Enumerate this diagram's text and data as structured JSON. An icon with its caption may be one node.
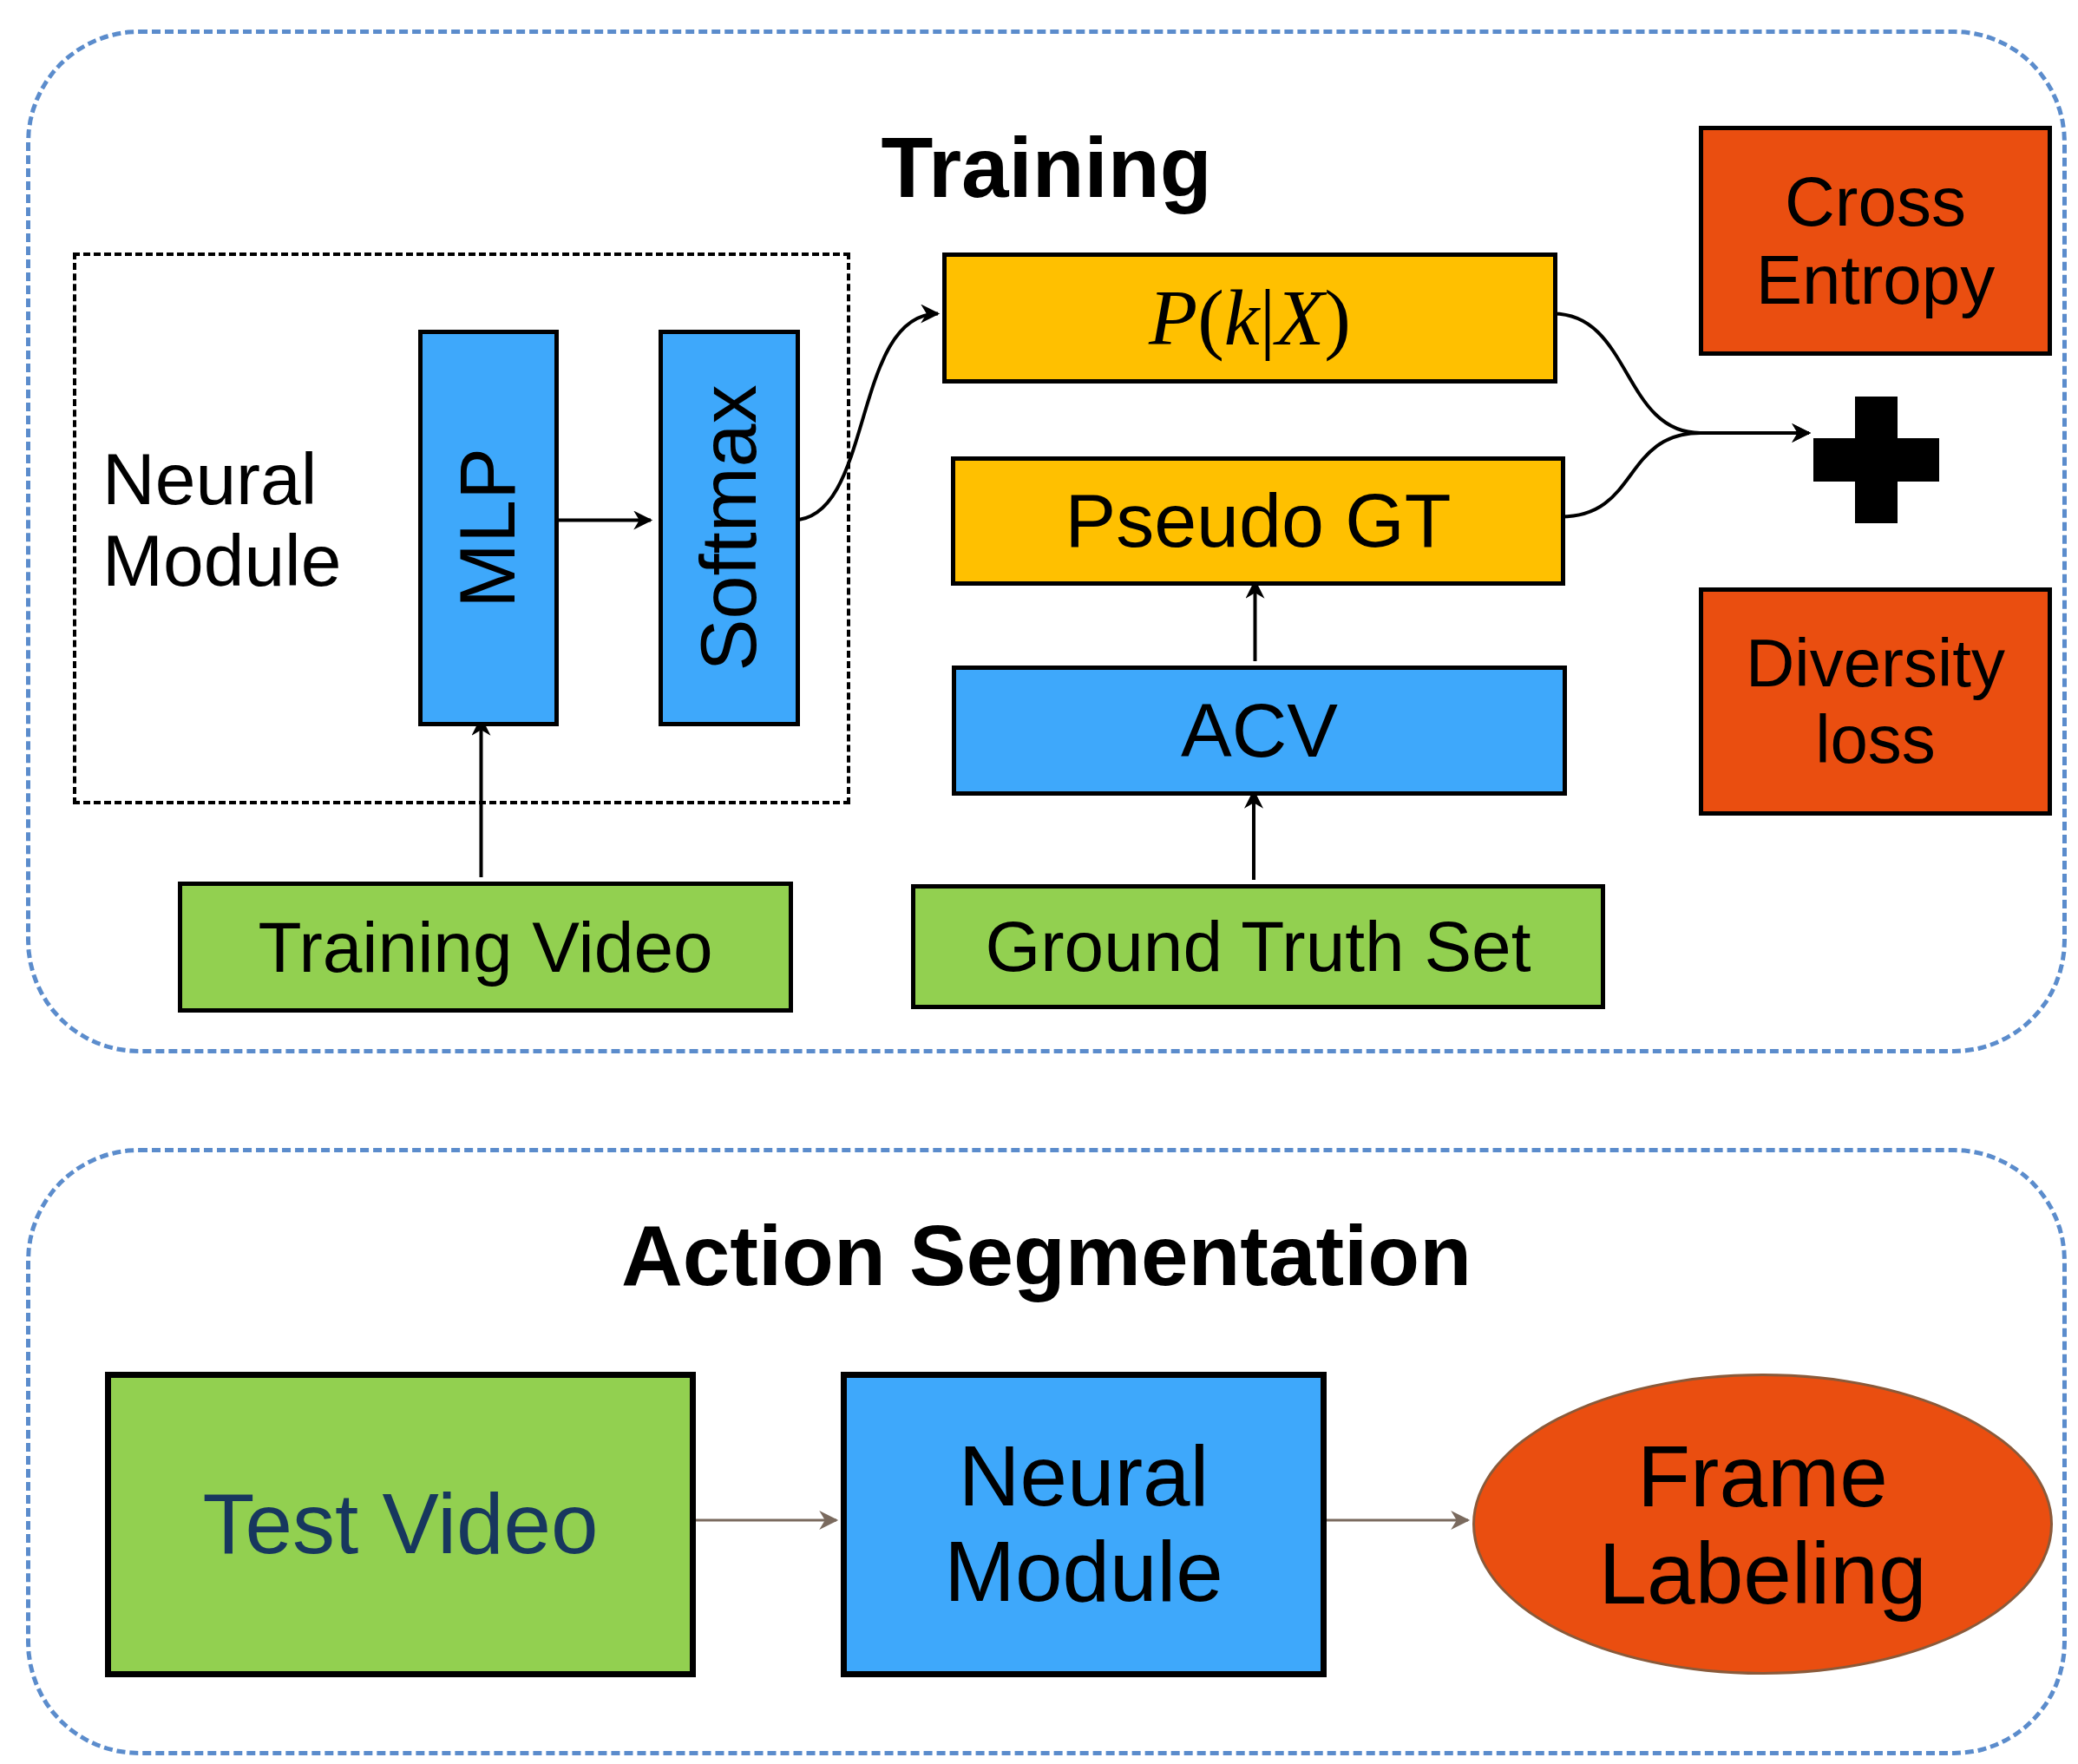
{
  "diagram": {
    "nodes": [
      {
        "text": [
          "Training"
        ]
      },
      {
        "text": [
          "Neural Module"
        ],
        "in": 0
      },
      {
        "text": [
          "MLP"
        ],
        "in": 1
      },
      {
        "text": [
          "Softmax"
        ],
        "in": 1
      },
      {
        "text": [
          "*P*(*k*|*X*)"
        ],
        "in": 0
      },
      {
        "text": [
          "Cross Entropy"
        ],
        "in": 0
      },
      {
        "text": [],
        "shape": "plus",
        "in": 0
      },
      {
        "text": [
          "Pseudo GT"
        ],
        "in": 0
      },
      {
        "text": [
          "ACV"
        ],
        "in": 0
      },
      {
        "text": [
          "Diversity loss"
        ],
        "in": 0
      },
      {
        "text": [
          "Training Video"
        ],
        "in": 0
      },
      {
        "text": [
          "Ground Truth Set"
        ],
        "in": 0
      },
      {
        "text": [
          "Action Segmentation"
        ]
      },
      {
        "text": [
          "Test Video"
        ],
        "in": 12
      },
      {
        "text": [
          "Neural Module"
        ],
        "in": 12
      },
      {
        "text": [
          "Frame Labeling"
        ],
        "in": 12
      }
    ],
    "edges": [
      {
        "from": 10,
        "to": 2,
        "arrow": "to"
      },
      {
        "from": 2,
        "to": 3,
        "arrow": "to"
      },
      {
        "from": 3,
        "to": 4,
        "arrow": "to"
      },
      {
        "from": 4,
        "to": 6,
        "arrow": "to"
      },
      {
        "from": 7,
        "to": 6,
        "arrow": "to"
      },
      {
        "from": 8,
        "to": 7,
        "arrow": "to"
      },
      {
        "from": 11,
        "to": 8,
        "arrow": "to"
      },
      {
        "from": 13,
        "to": 14,
        "arrow": "to",
        "color": "#7a6a5e"
      },
      {
        "from": 14,
        "to": 15,
        "arrow": "to",
        "color": "#7a6a5e"
      }
    ]
  }
}
